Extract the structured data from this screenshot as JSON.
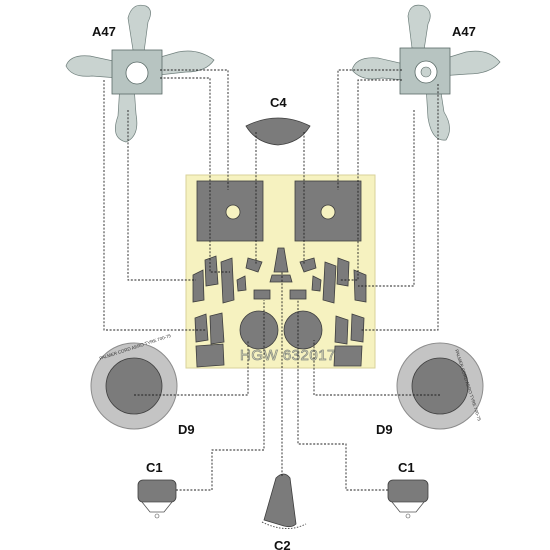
{
  "labels": {
    "propeller_left": "A47",
    "propeller_right": "A47",
    "canopy_top": "C4",
    "wheel_left": "D9",
    "wheel_right": "D9",
    "nav_left": "C1",
    "nav_right": "C1",
    "tail_piece": "C2"
  },
  "sheet": {
    "code": "HGW 632017"
  },
  "tire": {
    "brand_text": "PALMER CORD AERO TYRE 700-75"
  },
  "colors": {
    "sheet": "#f6f2c0",
    "mask": "#7b7b7b",
    "tire": "#c4c4c4",
    "propeller": "#c9d3d0",
    "leader_line": "#222222"
  }
}
